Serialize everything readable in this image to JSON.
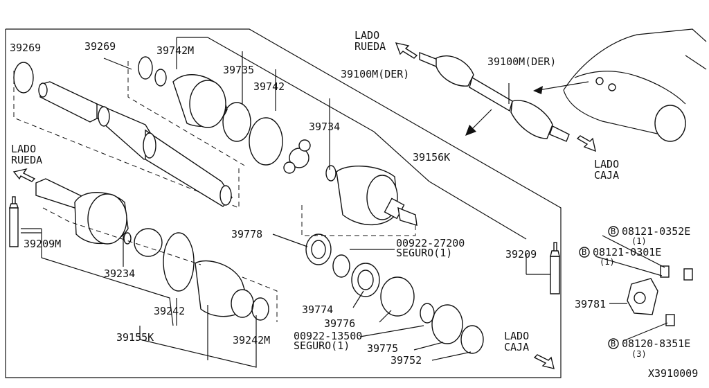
{
  "diagram": {
    "parts": {
      "p39269_a": "39269",
      "p39269_b": "39269",
      "p39742M": "39742M",
      "p39735": "39735",
      "p39742": "39742",
      "p39100M_center": "39100M(DER)",
      "p39100M_right": "39100M(DER)",
      "p39734": "39734",
      "p39156K": "39156K",
      "p39209M": "39209M",
      "p39209": "39209",
      "p39234": "39234",
      "p39242": "39242",
      "p39155K": "39155K",
      "p39242M": "39242M",
      "p39778": "39778",
      "p00922_27200": "00922-27200",
      "seguro1_a": "SEGURO(1)",
      "p39774": "39774",
      "p39776": "39776",
      "p00922_13500": "00922-13500",
      "seguro1_b": "SEGURO(1)",
      "p39775": "39775",
      "p39752": "39752",
      "p39781": "39781"
    },
    "directions": {
      "lado_top_1": "LADO",
      "rueda_top_1": "RUEDA",
      "lado_left_1": "LADO",
      "rueda_left_1": "RUEDA",
      "lado_right_1": "LADO",
      "caja_right_1": "CAJA",
      "lado_bottom_1": "LADO",
      "caja_bottom_1": "CAJA"
    },
    "bolts": [
      {
        "marker": "B",
        "code": "08121-0352E",
        "qty": "(1)"
      },
      {
        "marker": "B",
        "code": "08121-0301E",
        "qty": "(1)"
      },
      {
        "marker": "B",
        "code": "08120-8351E",
        "qty": "(3)"
      }
    ],
    "diagram_code": "X3910009"
  }
}
